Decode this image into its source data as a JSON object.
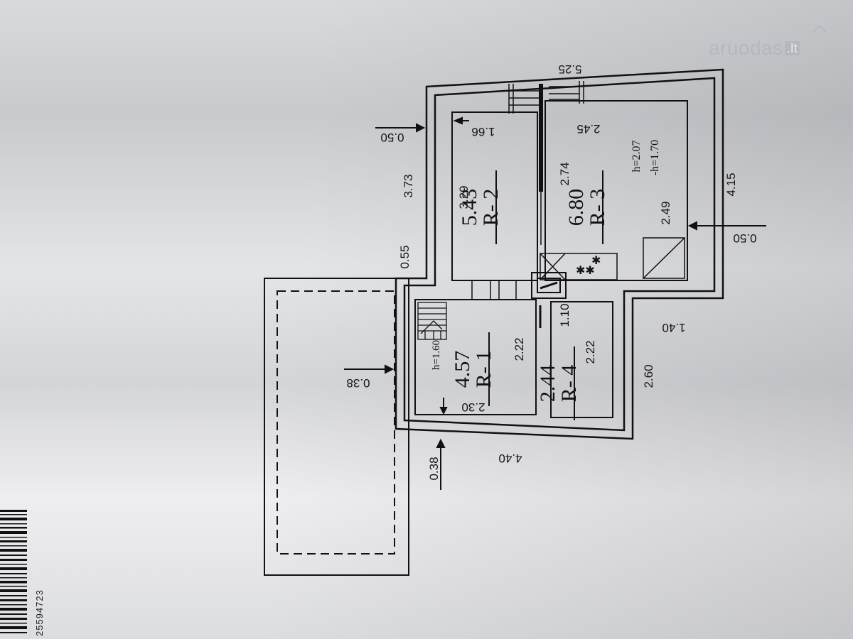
{
  "watermark": {
    "brand": "aruodas",
    "tld": ".lt"
  },
  "barcode_number": "25594723",
  "rooms": [
    {
      "id": "R- 1",
      "area": "4.57",
      "ceiling": "h=1.60"
    },
    {
      "id": "R- 2",
      "area": "5.43"
    },
    {
      "id": "R- 3",
      "area": "6.80",
      "height_a": "h=2.07",
      "height_b": "-h=1.70"
    },
    {
      "id": "R- 4",
      "area": "2.44"
    }
  ],
  "dimensions": {
    "top_width": "5.25",
    "r2_width": "1.66",
    "r3_width": "2.45",
    "r2_depth": "3.29",
    "r3_depth_upper": "2.74",
    "r3_depth_lower": "2.49",
    "left_upper": "3.73",
    "left_upper_offset": "0.50",
    "right_upper": "4.15",
    "right_upper_offset": "0.50",
    "left_step": "0.55",
    "left_lower_offset": "0.38",
    "r1_width": "2.30",
    "r1_depth_a": "2.22",
    "r1_depth_b": "2.22",
    "r4_width": "1.10",
    "right_lower": "2.60",
    "right_step": "1.40",
    "bottom_width": "4.40",
    "bottom_offset": "0.38"
  }
}
